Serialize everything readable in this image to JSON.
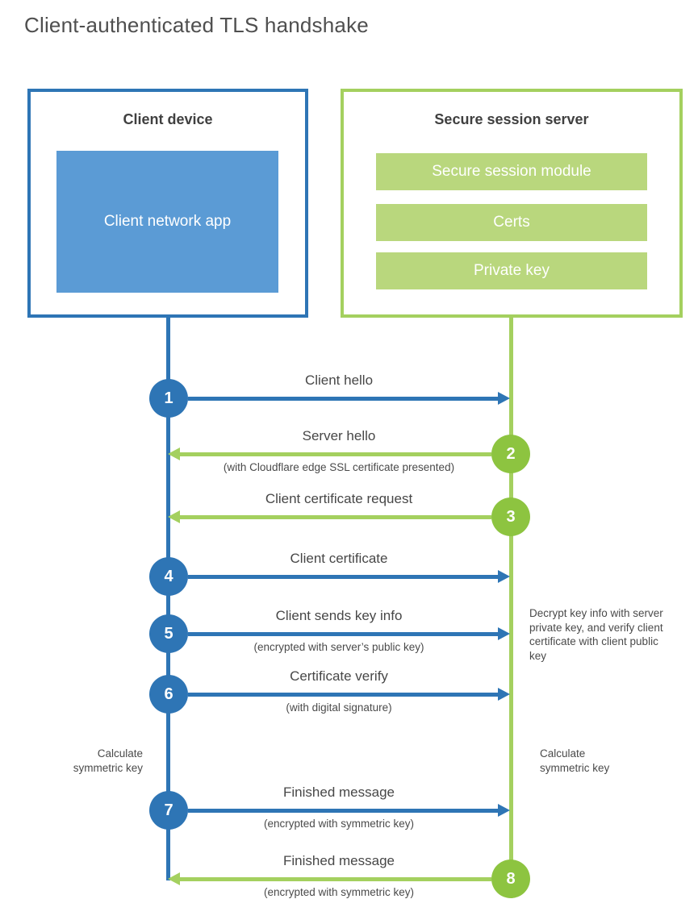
{
  "title": "Client-authenticated TLS handshake",
  "client": {
    "title": "Client device",
    "app_label": "Client network app"
  },
  "server": {
    "title": "Secure session server",
    "modules": [
      "Secure session module",
      "Certs",
      "Private key"
    ]
  },
  "messages": [
    {
      "number": "1",
      "label": "Client hello",
      "note": "",
      "direction": "right",
      "from": "client"
    },
    {
      "number": "2",
      "label": "Server hello",
      "note": "(with Cloudflare edge SSL certificate presented)",
      "direction": "left",
      "from": "server"
    },
    {
      "number": "3",
      "label": "Client certificate request",
      "note": "",
      "direction": "left",
      "from": "server"
    },
    {
      "number": "4",
      "label": "Client certificate",
      "note": "",
      "direction": "right",
      "from": "client"
    },
    {
      "number": "5",
      "label": "Client sends key info",
      "note": "(encrypted with server’s public key)",
      "direction": "right",
      "from": "client"
    },
    {
      "number": "6",
      "label": "Certificate verify",
      "note": "(with digital signature)",
      "direction": "right",
      "from": "client"
    },
    {
      "number": "7",
      "label": "Finished message",
      "note": "(encrypted with symmetric key)",
      "direction": "right",
      "from": "client"
    },
    {
      "number": "8",
      "label": "Finished message",
      "note": "(encrypted with symmetric key)",
      "direction": "left",
      "from": "server"
    }
  ],
  "annotations": {
    "decrypt_note": "Decrypt key info with server private key, and verify client certificate with client public key",
    "calc_left": "Calculate symmetric key",
    "calc_right": "Calculate symmetric key"
  },
  "colors": {
    "blue": "#2e75b5",
    "blue_fill": "#5b9bd5",
    "green_line": "#a4d05f",
    "green_circle": "#8dc440",
    "green_fill": "#b9d77d",
    "text_dark": "#404040",
    "text_gray": "#4a4a4a"
  }
}
